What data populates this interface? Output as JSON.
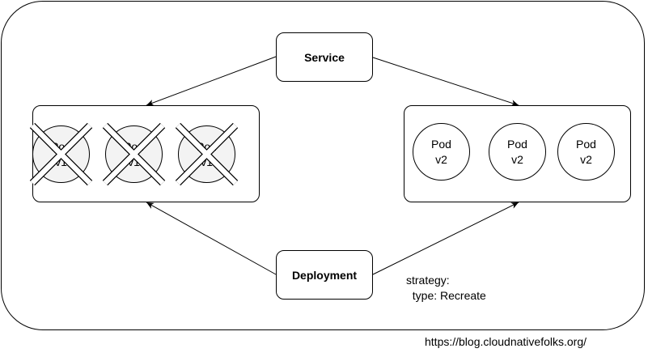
{
  "service": {
    "label": "Service"
  },
  "deployment": {
    "label": "Deployment"
  },
  "old_pods": [
    {
      "label": "Pod\nv1",
      "crossed": true
    },
    {
      "label": "Pod\nv1",
      "crossed": true
    },
    {
      "label": "Pod\nv1",
      "crossed": true
    }
  ],
  "new_pods": [
    {
      "label": "Pod\nv2"
    },
    {
      "label": "Pod\nv2"
    },
    {
      "label": "Pod\nv2"
    }
  ],
  "strategy_text": "strategy:\n  type: Recreate",
  "source_url": "https://blog.cloudnativefolks.org/"
}
